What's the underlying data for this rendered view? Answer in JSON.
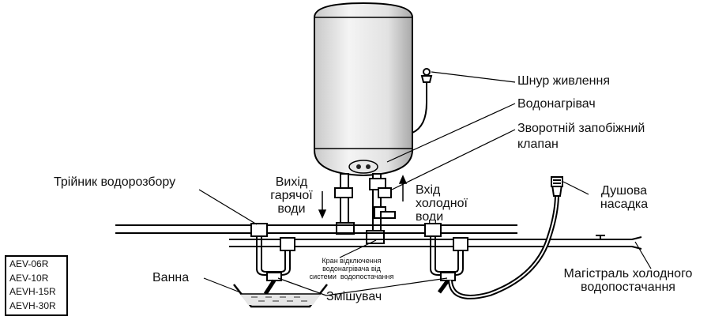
{
  "labels": {
    "power_cord": "Шнур живлення",
    "water_heater": "Водонагрівач",
    "check_valve": "Зворотній запобіжний\nклапан",
    "tee": "Трійник водорозбору",
    "hot_out": "Вихід\nгарячої\nводи",
    "cold_in": "Вхід\nхолодної\nводи",
    "shower_head": "Душова\nнасадка",
    "shutoff_valve": "Кран відключення\nводонагрівача від\nсистеми  водопостачання",
    "main_cold": "Магістраль холодного\nводопостачання",
    "bath": "Ванна",
    "mixer": "Змішувач"
  },
  "models": [
    "AEV-06R",
    "AEV-10R",
    "AEVH-15R",
    "AEVH-30R"
  ]
}
